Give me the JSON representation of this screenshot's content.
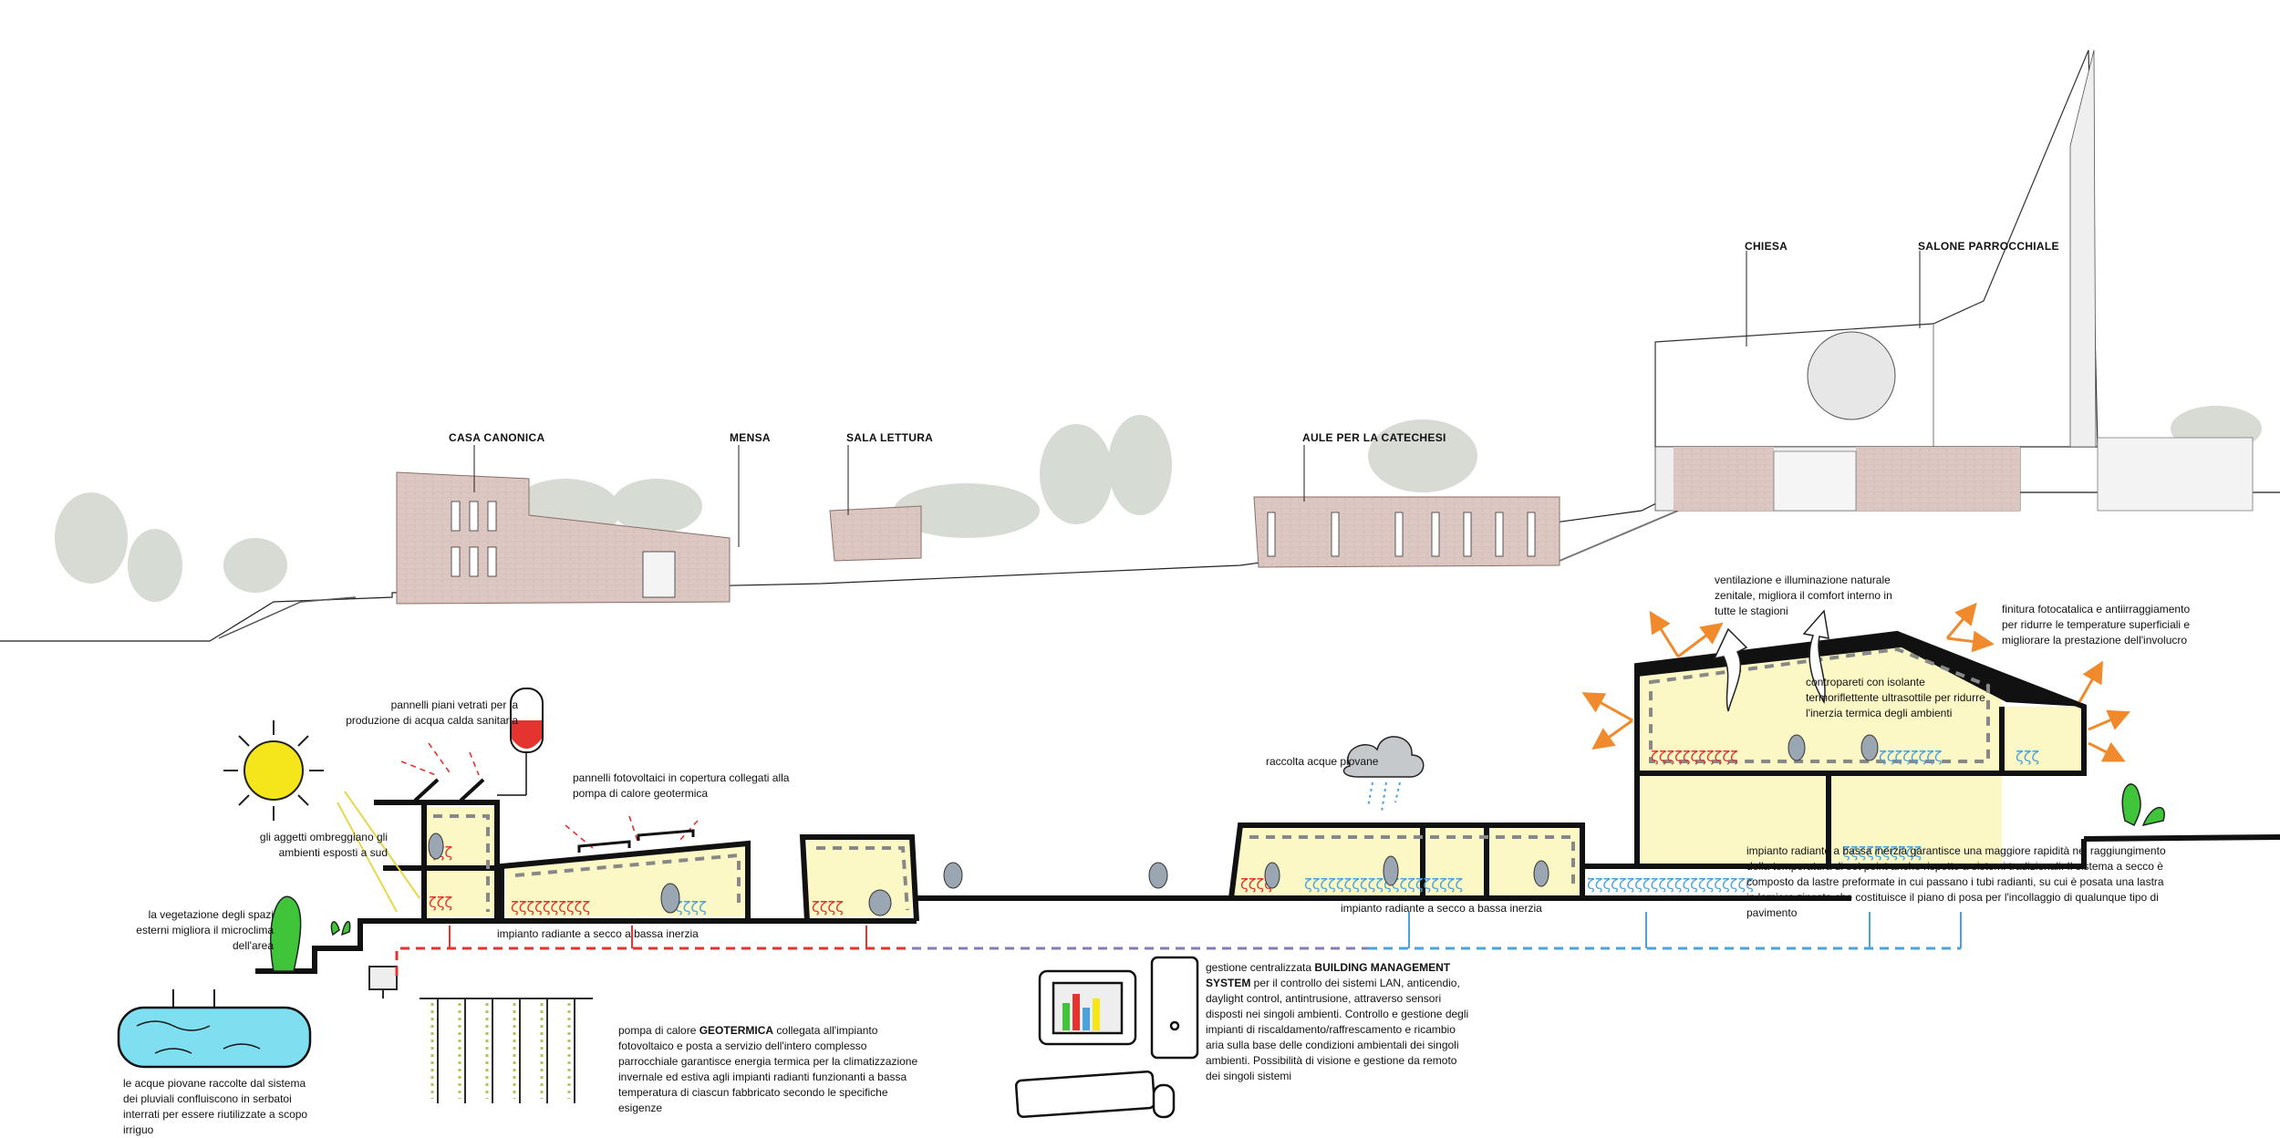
{
  "elevation_labels": {
    "casa_canonica": "CASA CANONICA",
    "mensa": "MENSA",
    "sala_lettura": "SALA LETTURA",
    "aule_catechesi": "AULE PER LA CATECHESI",
    "chiesa": "CHIESA",
    "salone_parrocchiale": "SALONE PARROCCHIALE"
  },
  "notes": {
    "pannelli_piani": "pannelli piani vetrati per la produzione di acqua calda sanitaria",
    "pannelli_fotovoltaici": "pannelli fotovoltaici in copertura collegati alla pompa di calore geotermica",
    "aggetti": "gli aggetti ombreggiano gli ambienti esposti a sud",
    "vegetazione": "la vegetazione degli spazi esterni migliora il microclima dell'area",
    "impianto_radiante_1": "impianto radiante a secco a bassa inerzia",
    "impianto_radiante_2": "impianto radiante a secco a bassa inerzia",
    "acque_piovane": "le acque piovane raccolte dal sistema dei pluviali confluiscono in serbatoi interrati per essere riutilizzate a scopo irriguo",
    "pompa_prefix": "pompa di calore ",
    "pompa_bold": "GEOTERMICA",
    "pompa_suffix": " collegata all'impianto fotovoltaico e posta a servizio dell'intero complesso parrocchiale garantisce energia termica per la climatizzazione invernale ed estiva agli impianti radianti funzionanti a bassa temperatura di ciascun fabbricato secondo le specifiche esigenze",
    "raccolta": "raccolta acque piovane",
    "bms_prefix": "gestione centralizzata ",
    "bms_bold": "BUILDING MANAGEMENT SYSTEM",
    "bms_suffix": " per il controllo dei sistemi LAN, anticendio, daylight control, antintrusione, attraverso sensori disposti nei singoli ambienti. Controllo e gestione degli impianti di riscaldamento/raffrescamento e ricambio aria sulla base delle condizioni ambientali dei singoli ambienti. Possibilità di visione e gestione da remoto dei singoli sistemi",
    "ventilazione": "ventilazione e illuminazione naturale zenitale, migliora il comfort interno in tutte le stagioni",
    "finitura": "finitura fotocatalica e antiirraggiamento per ridurre le temperature superficiali e migliorare la prestazione dell'involucro",
    "contropareti": "contropareti con isolante termoriflettente ultrasottile per ridurre l'inerzia termica degli ambienti",
    "impianto_radiante_long": "impianto radiante a bassa inerzia garantisce una maggiore rapidità nel raggiungimento della temperatura di set point anche rispetto a sistemi tradizionali. Il sistema a secco è composto da lastre preformate in cui passano i tubi radianti, su cui è posata una lastra in lamiera zincata che costituisce il piano di posa per l'incollaggio di qualunque tipo di pavimento"
  },
  "colors": {
    "wall_pink": "#d9c4bf",
    "interior_yellow": "#fbf8c6",
    "warm_red": "#e3342f",
    "cool_blue": "#4aa3df",
    "orange_arrow": "#f08a2c",
    "sun_yellow": "#f4e61b",
    "plant_green": "#3fc43a",
    "water_cyan": "#7fdff0"
  }
}
